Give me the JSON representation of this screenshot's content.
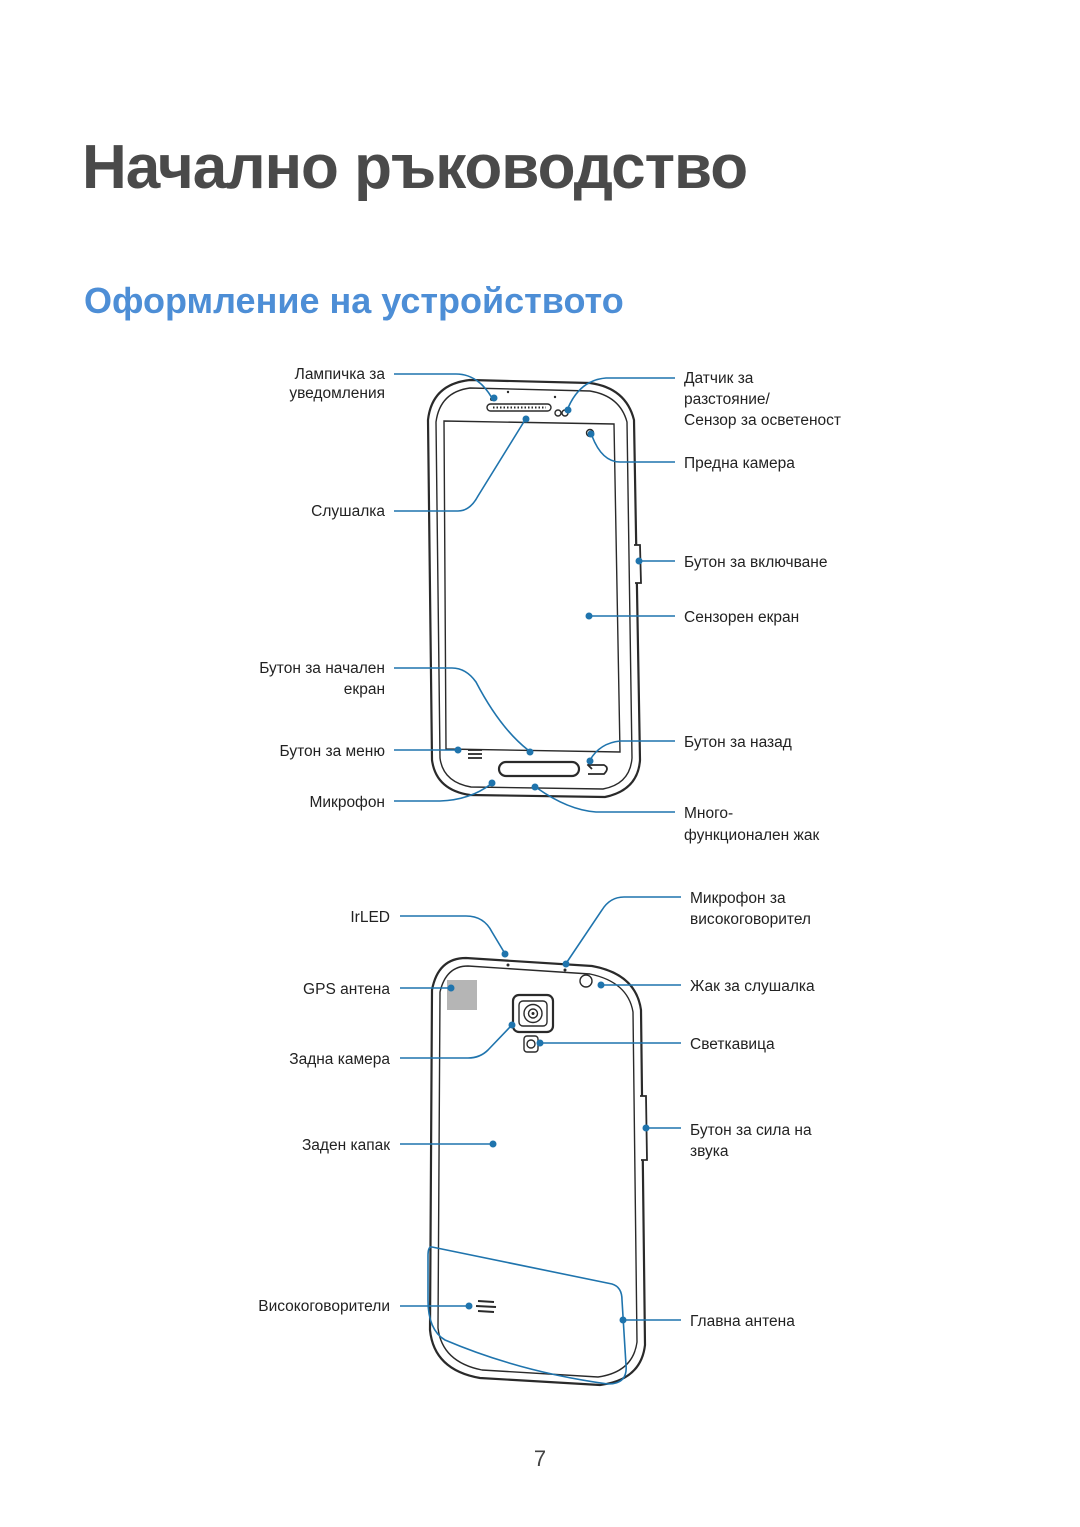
{
  "page": {
    "title": "Начално ръководство",
    "section": "Оформление на устройството",
    "page_number": "7"
  },
  "front_view": {
    "labels": {
      "notification_light_1": "Лампичка за",
      "notification_light_2": "уведомления",
      "proximity_sensor_1": "Датчик за",
      "proximity_sensor_2": "разстояние/",
      "proximity_sensor_3": "Сензор за осветеност",
      "front_camera": "Предна камера",
      "earpiece": "Слушалка",
      "power_button": "Бутон за включване",
      "touch_screen": "Сензорен екран",
      "home_button_1": "Бутон за начален",
      "home_button_2": "екран",
      "menu_button": "Бутон за меню",
      "back_button": "Бутон за назад",
      "microphone": "Микрофон",
      "multipurpose_jack_1": "Много-",
      "multipurpose_jack_2": "функционален жак"
    }
  },
  "back_view": {
    "labels": {
      "irled": "IrLED",
      "speakerphone_mic_1": "Микрофон за",
      "speakerphone_mic_2": "високоговорител",
      "gps_antenna": "GPS антена",
      "headset_jack": "Жак за слушалка",
      "rear_camera": "Задна камера",
      "flash": "Светкавица",
      "volume_button_1": "Бутон за сила на",
      "volume_button_2": "звука",
      "back_cover": "Заден капак",
      "speaker": "Високоговорители",
      "main_antenna": "Главна антена"
    }
  },
  "colors": {
    "title": "#4a4a4a",
    "section_title": "#4d8ed6",
    "callout": "#1f74ad"
  }
}
